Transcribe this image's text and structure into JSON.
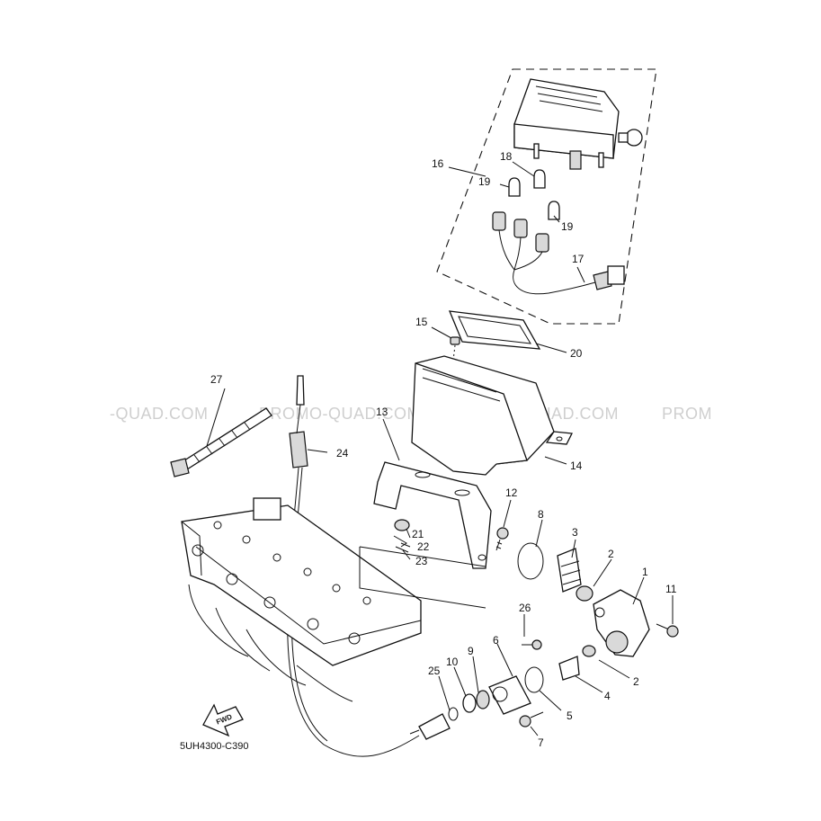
{
  "watermarks": [
    "-QUAD.COM",
    "PROMO-QUAD.COM",
    "PROMO-QUAD.COM",
    "PROM"
  ],
  "drawing_code": "5UH4300-C390",
  "fwd_label": "FWD",
  "parts": {
    "p1": "1",
    "p2a": "2",
    "p2b": "2",
    "p3": "3",
    "p4": "4",
    "p5": "5",
    "p6": "6",
    "p7": "7",
    "p8": "8",
    "p9": "9",
    "p10": "10",
    "p11": "11",
    "p12": "12",
    "p13": "13",
    "p14": "14",
    "p15": "15",
    "p16": "16",
    "p17": "17",
    "p18": "18",
    "p19a": "19",
    "p19b": "19",
    "p20": "20",
    "p21": "21",
    "p22": "22",
    "p23": "23",
    "p24": "24",
    "p25": "25",
    "p26": "26",
    "p27": "27"
  }
}
